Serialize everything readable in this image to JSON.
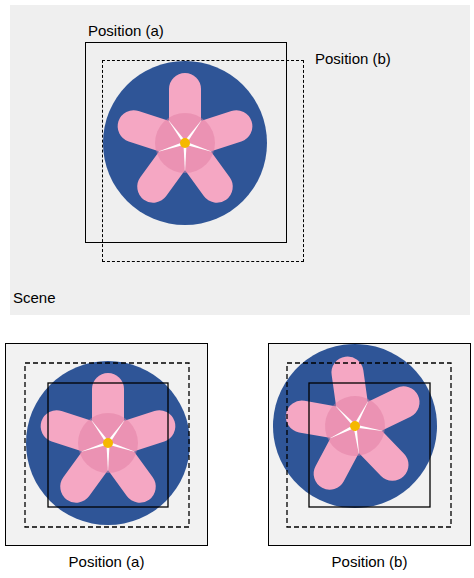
{
  "diagram": {
    "nodes": [
      {
        "text": [
          "Scene"
        ]
      },
      {
        "text": [
          "Position (a)"
        ],
        "in": 0
      },
      {
        "text": [
          "Position (b)"
        ],
        "in": 0
      },
      {
        "text": [
          "Position (a)"
        ]
      },
      {
        "text": [
          "Position (b)"
        ]
      }
    ]
  }
}
